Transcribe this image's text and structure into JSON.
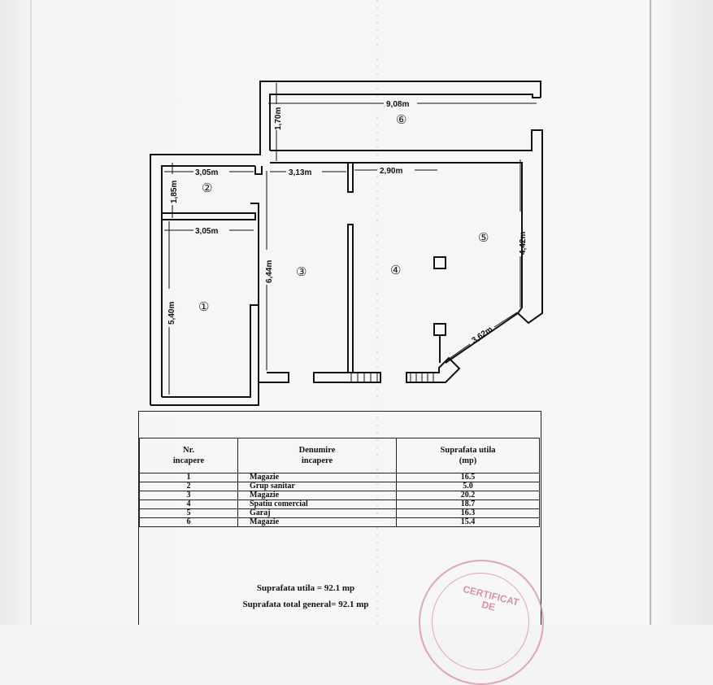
{
  "plan": {
    "dimensions": {
      "d_908": "9,08m",
      "d_170": "1,70m",
      "d_305_top": "3,05m",
      "d_313": "3,13m",
      "d_290": "2,90m",
      "d_185": "1,85m",
      "d_305_mid": "3,05m",
      "d_644": "6,44m",
      "d_540": "5,40m",
      "d_442": "4,42m",
      "d_362": "3,62m"
    },
    "rooms": {
      "r1": "①",
      "r2": "②",
      "r3": "③",
      "r4": "④",
      "r5": "⑤",
      "r6": "⑥"
    }
  },
  "table": {
    "headers": {
      "nr": [
        "Nr.",
        "incapere"
      ],
      "name": [
        "Denumire",
        "incapere"
      ],
      "area": [
        "Suprafata utila",
        "(mp)"
      ]
    },
    "rows": [
      {
        "nr": "1",
        "name": "Magazie",
        "area": "16.5"
      },
      {
        "nr": "2",
        "name": "Grup sanitar",
        "area": "5.0"
      },
      {
        "nr": "3",
        "name": "Magazie",
        "area": "20.2"
      },
      {
        "nr": "4",
        "name": "Spatiu comercial",
        "area": "18.7"
      },
      {
        "nr": "5",
        "name": "Garaj",
        "area": "16.3"
      },
      {
        "nr": "6",
        "name": "Magazie",
        "area": "15.4"
      }
    ]
  },
  "summary": {
    "line1": "Suprafata utila = 92.1 mp",
    "line2": "Suprafata total general= 92.1 mp"
  },
  "stamp": {
    "line1": "CERTIFICAT",
    "line2": "DE"
  },
  "colors": {
    "ink": "#111111",
    "stamp": "#d88aa8",
    "paper": "#f5f5f3"
  }
}
